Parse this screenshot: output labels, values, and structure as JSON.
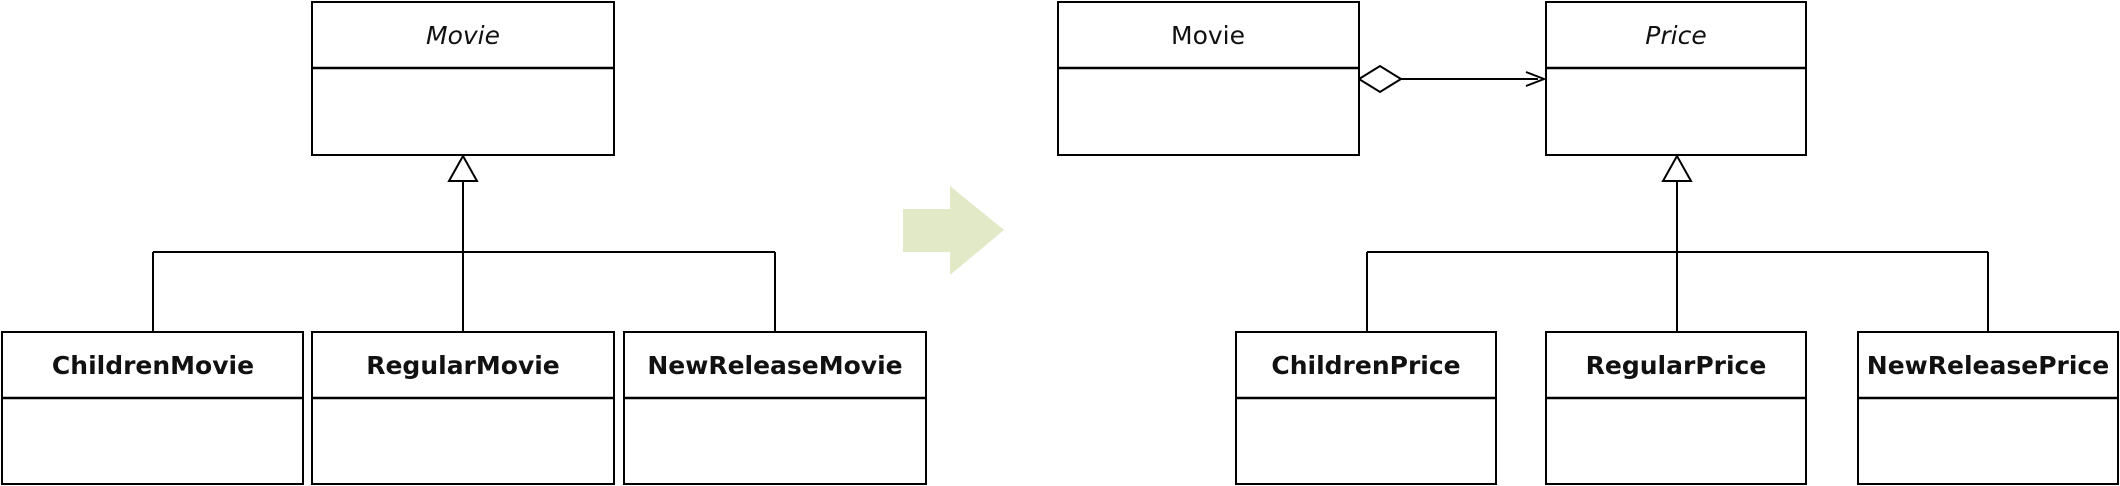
{
  "left_diagram": {
    "parent": {
      "name": "Movie",
      "abstract": true
    },
    "children": [
      {
        "name": "ChildrenMovie"
      },
      {
        "name": "RegularMovie"
      },
      {
        "name": "NewReleaseMovie"
      }
    ]
  },
  "transform_arrow": {
    "color": "#e2e9c6"
  },
  "right_diagram": {
    "context": {
      "name": "Movie",
      "abstract": false
    },
    "parent": {
      "name": "Price",
      "abstract": true
    },
    "children": [
      {
        "name": "ChildrenPrice"
      },
      {
        "name": "RegularPrice"
      },
      {
        "name": "NewReleasePrice"
      }
    ]
  }
}
